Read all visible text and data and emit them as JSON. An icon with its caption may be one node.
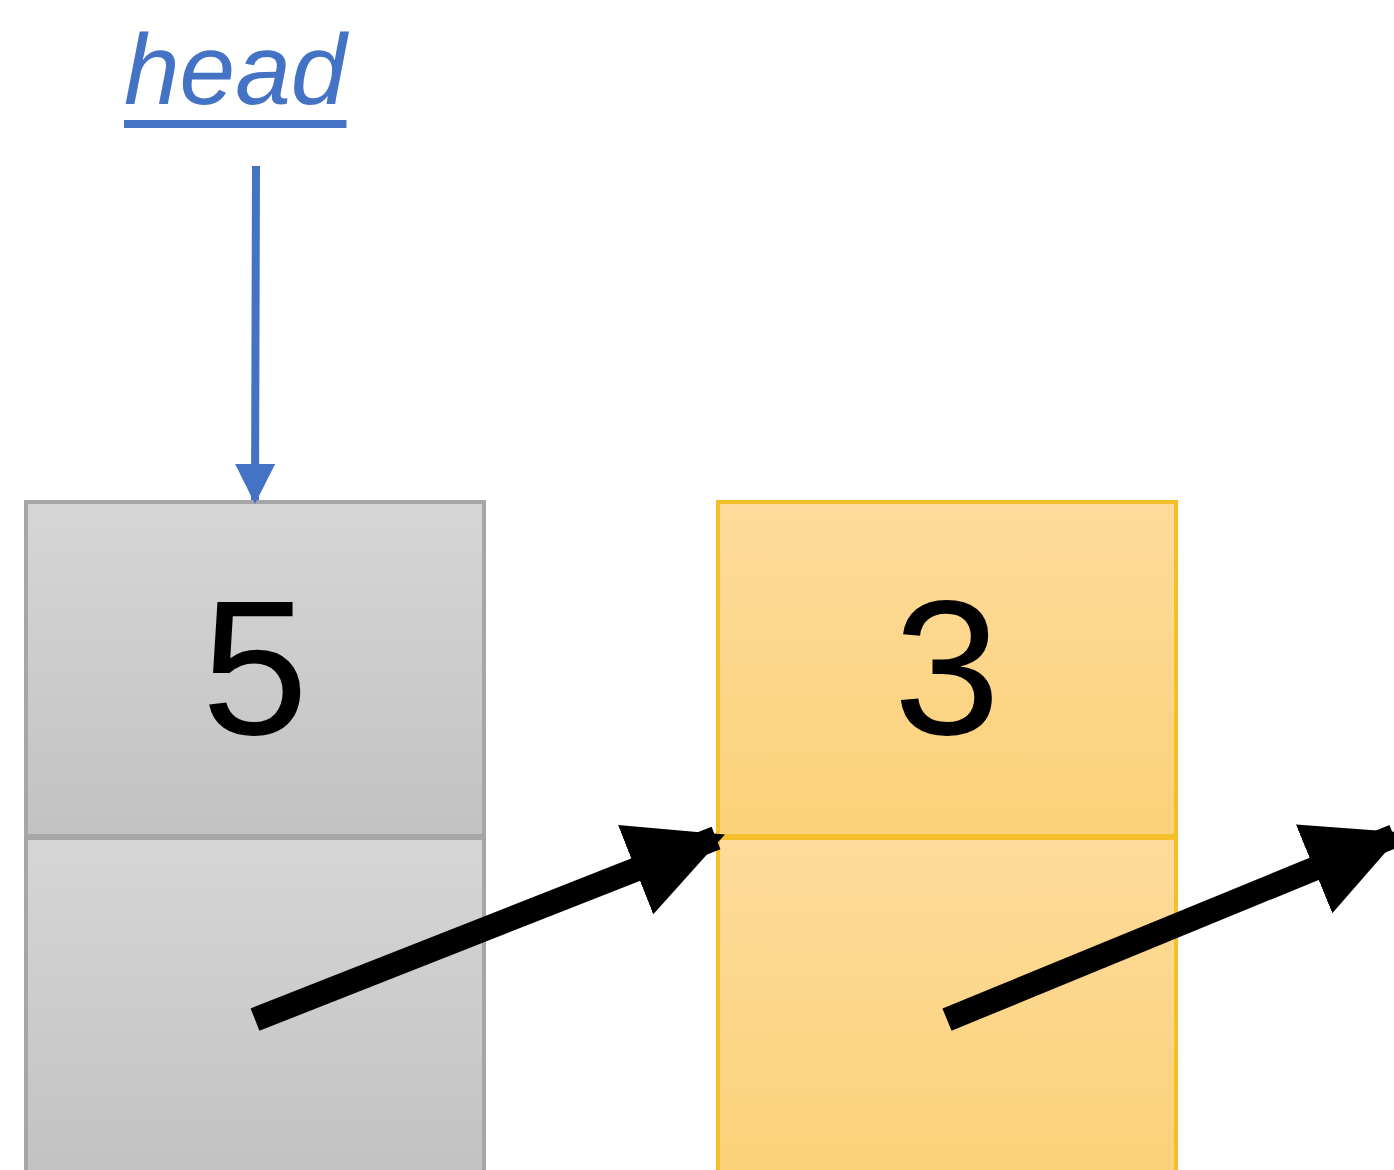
{
  "diagram": {
    "nodes": [
      {
        "text": [
          "head"
        ]
      },
      {
        "text": [
          "5"
        ]
      },
      {
        "text": [],
        "shape": "box"
      },
      {
        "text": [
          "3"
        ]
      },
      {
        "text": [],
        "shape": "box"
      }
    ],
    "edges": [
      {
        "from": 0,
        "to": 1,
        "arrow": "to",
        "color": "#4472c4"
      },
      {
        "from": 2,
        "to": 3,
        "arrow": "to"
      },
      {
        "from": 4,
        "to": null,
        "arrow": "to"
      }
    ]
  }
}
